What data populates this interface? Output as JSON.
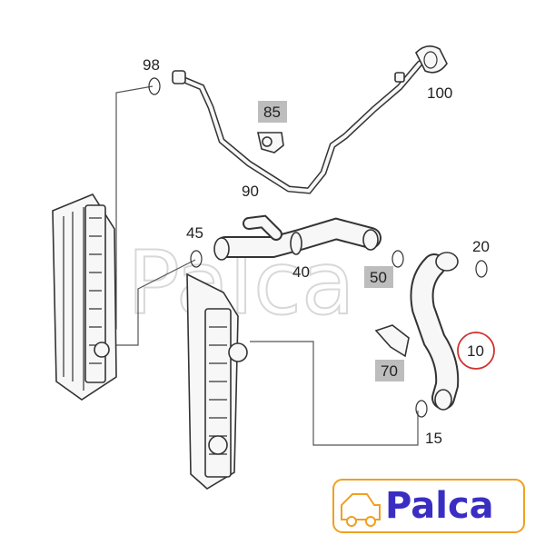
{
  "callouts": {
    "p98": "98",
    "p100": "100",
    "p85": "85",
    "p90": "90",
    "p45": "45",
    "p40": "40",
    "p50": "50",
    "p20": "20",
    "p10": "10",
    "p70": "70",
    "p15": "15"
  },
  "watermark": "Palca",
  "logo": {
    "text": "Palca"
  },
  "colors": {
    "line": "#333333",
    "callout_highlight": "#bdbdbd",
    "selected_circle": "#d0312d",
    "logo_blue": "#3a2ec2",
    "logo_orange": "#f0a020"
  }
}
